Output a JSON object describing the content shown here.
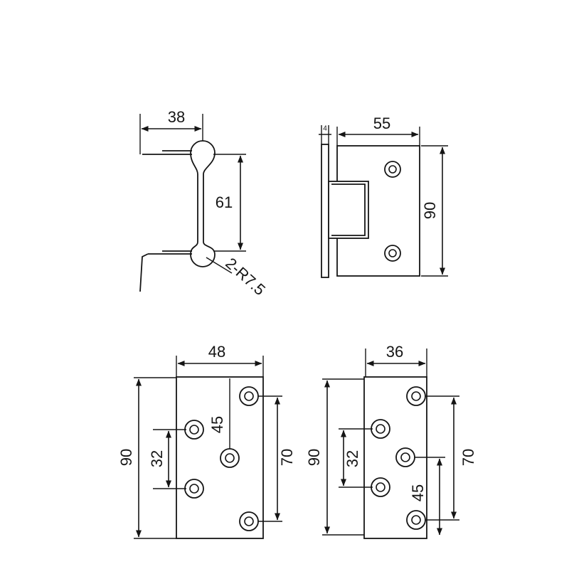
{
  "views": {
    "profile": {
      "width_label": "38",
      "pin_spacing_label": "61",
      "radius_label": "2-R7.5"
    },
    "side": {
      "thickness_label": "4",
      "width_label": "55",
      "height_label": "90"
    },
    "plate_a": {
      "width_label": "48",
      "height_label": "90",
      "hole_gap_label": "32",
      "hole_offset_label": "45",
      "outer_span_label": "70"
    },
    "plate_b": {
      "width_label": "36",
      "height_label": "90",
      "hole_gap_label": "32",
      "outer_span_label": "70",
      "hole_offset_label": "45"
    }
  }
}
